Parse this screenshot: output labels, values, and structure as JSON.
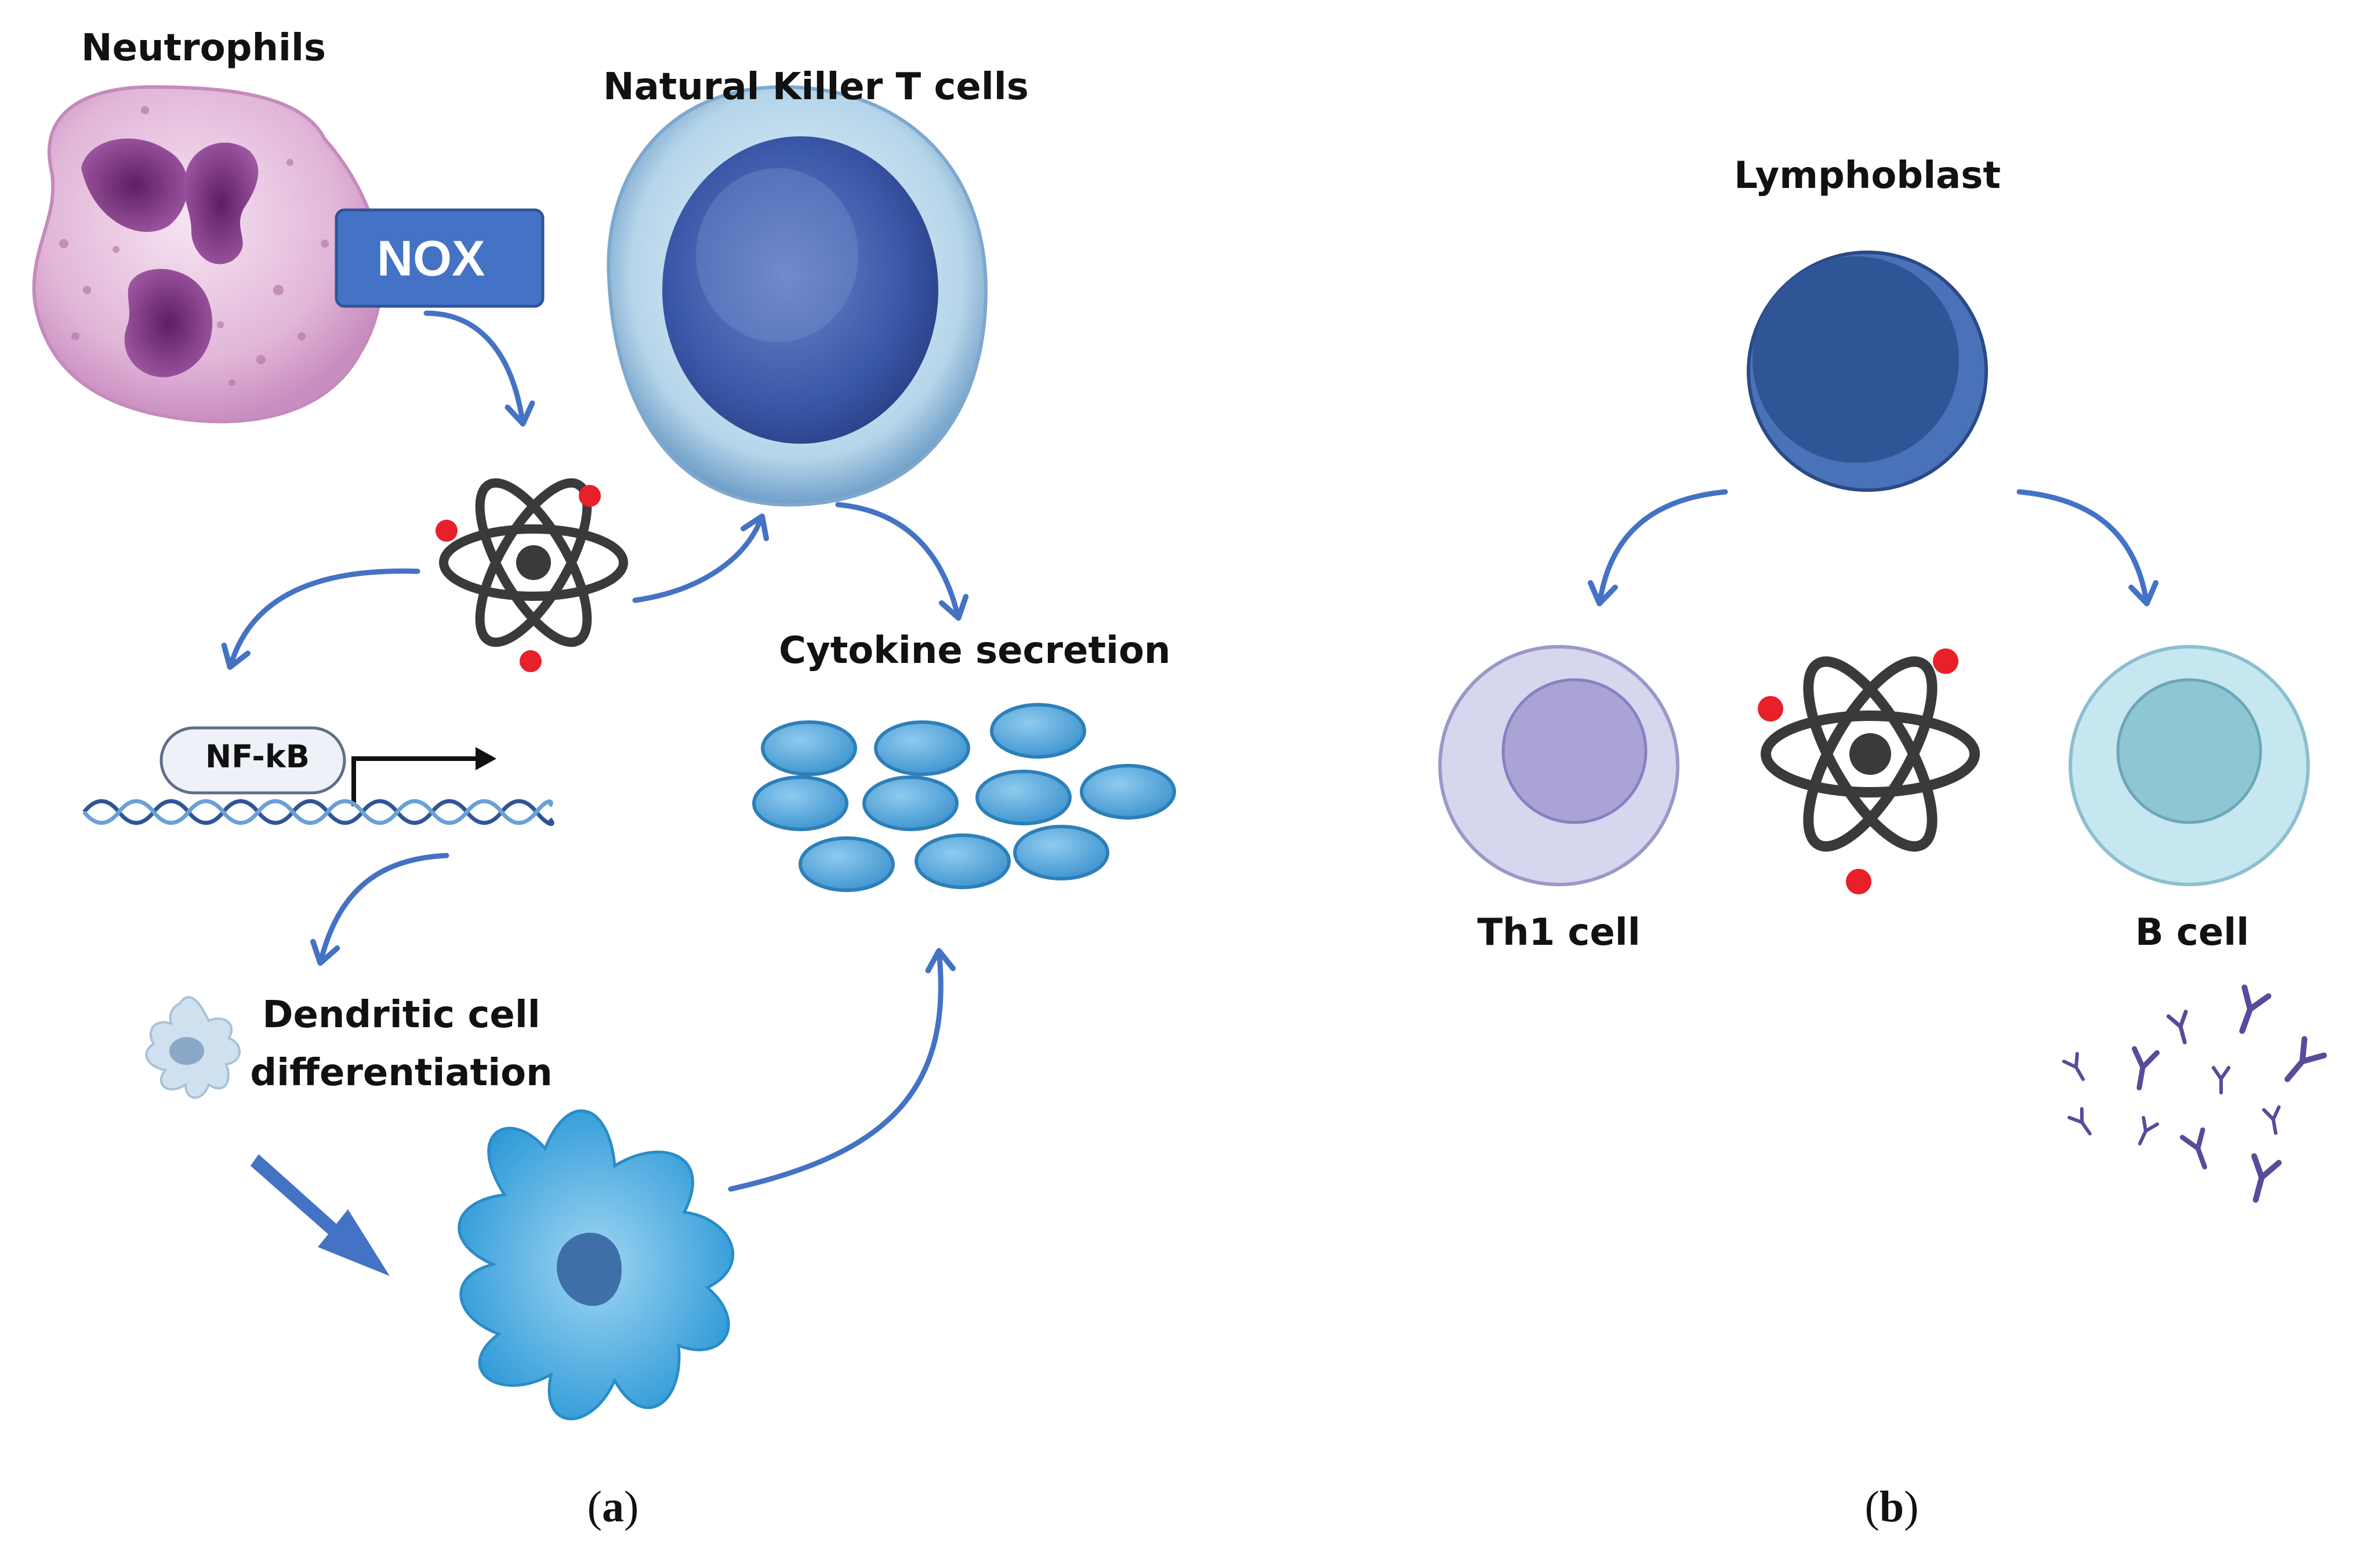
{
  "panel_a": {
    "neutrophils_label": "Neutrophils",
    "nox_label": "NOX",
    "nkt_label": "Natural Killer T cells",
    "nfkb_label": "NF-kB",
    "cytokine_label": "Cytokine secretion",
    "dendritic_label_line1": "Dendritic cell",
    "dendritic_label_line2": "differentiation",
    "caption_letter": "a"
  },
  "panel_b": {
    "lymphoblast_label": "Lymphoblast",
    "th1_label": "Th1 cell",
    "bcell_label": "B cell",
    "caption_letter": "b"
  },
  "colors": {
    "arrow_blue": "#4472c4",
    "nox_box": "#4472c4",
    "electron_red": "#e8202a",
    "atom_gray": "#3a3a3a",
    "cytokine_blue": "#5aaee0",
    "lymphoblast": "#2f5597",
    "th1_outer": "#d6d6ee",
    "th1_inner": "#aaa4d6",
    "bcell_outer": "#c6e7f0",
    "bcell_inner": "#8ec6d4",
    "dendritic": "#3ea8e0",
    "neutrophil_body": "#d9a8d0",
    "neutrophil_nucleus": "#8a3d8a",
    "antibody": "#5a4a9a"
  },
  "icons": [
    "neutrophil-cell-icon",
    "nkt-cell-icon",
    "atom-icon",
    "dna-icon",
    "cytokine-icon",
    "dendritic-cell-icon",
    "lymphoblast-cell-icon",
    "th1-cell-icon",
    "b-cell-icon",
    "antibody-icon"
  ]
}
